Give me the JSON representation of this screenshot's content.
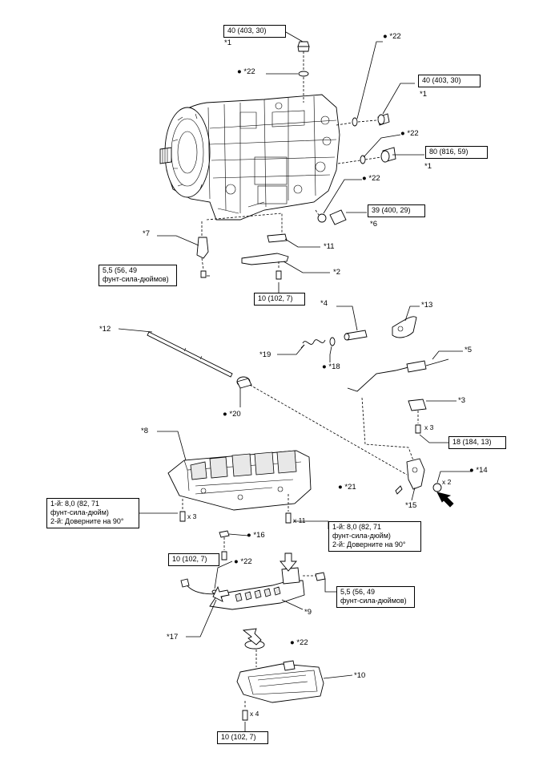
{
  "torques": {
    "t1": "40 (403, 30)",
    "t2": "40 (403, 30)",
    "t3": "80 (816, 59)",
    "t4": "39 (400, 29)",
    "t5a": "5,5 (56, 49",
    "t5b": "фунт-сила-дюймов)",
    "t6": "10 (102, 7)",
    "t7": "18 (184, 13)",
    "t8a": "1-й: 8,0 (82, 71",
    "t8b": "фунт-сила-дюйм)",
    "t8c": "2-й: Доверните на 90°",
    "t9a": "1-й: 8,0 (82, 71",
    "t9b": "фунт-сила-дюйм)",
    "t9c": "2-й: Доверните на 90°",
    "t10": "10 (102, 7)",
    "t11a": "5,5 (56, 49",
    "t11b": "фунт-сила-дюймов)",
    "t12": "10 (102, 7)"
  },
  "labels": {
    "c1a": "*1",
    "c1b": "*1",
    "c1c": "*1",
    "c2": "*2",
    "c3": "*3",
    "c4": "*4",
    "c5": "*5",
    "c6": "*6",
    "c7": "*7",
    "c8": "*8",
    "c9": "*9",
    "c10": "*10",
    "c11": "*11",
    "c12": "*12",
    "c13": "*13",
    "c14": "● *14",
    "c15": "*15",
    "c16": "● *16",
    "c17": "*17",
    "c18": "● *18",
    "c19": "*19",
    "c20": "● *20",
    "c21": "● *21",
    "c22a": "● *22",
    "c22b": "● *22",
    "c22c": "● *22",
    "c22d": "● *22",
    "c22e": "● *22",
    "c22f": "● *22"
  },
  "quantities": {
    "q1": "x 3",
    "q2": "x 2",
    "q3": "x 3",
    "q4": "x 11",
    "q5": "x 4"
  }
}
